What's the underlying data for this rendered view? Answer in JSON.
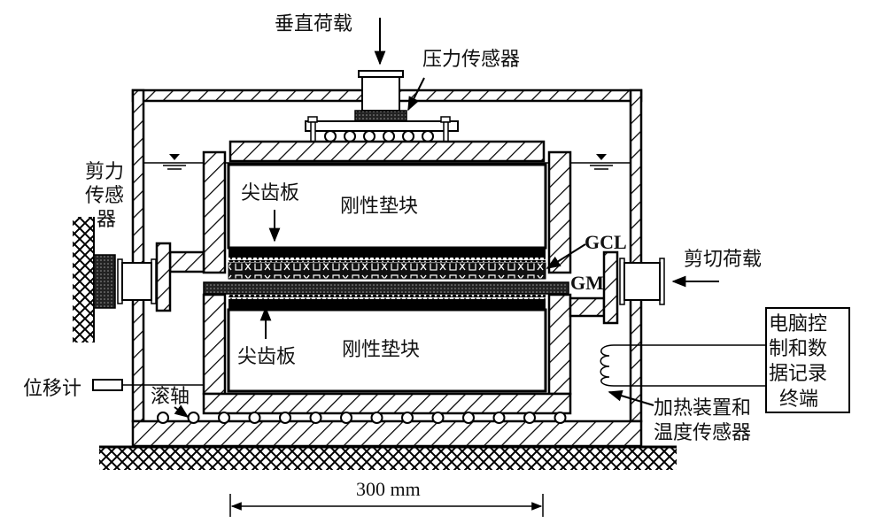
{
  "labels": {
    "vertical_load": "垂直荷载",
    "pressure_sensor": "压力传感器",
    "shear_sensor_lines": [
      "剪力",
      "传感",
      "器"
    ],
    "tooth_plate_top": "尖齿板",
    "rigid_block_top": "刚性垫块",
    "gcl": "GCL",
    "gm": "GM",
    "shear_load": "剪切荷载",
    "tooth_plate_bottom": "尖齿板",
    "rigid_block_bottom": "刚性垫块",
    "displacement_gauge": "位移计",
    "roller": "滚轴",
    "computer_terminal_lines": [
      "电脑控",
      "制和数",
      "据记录",
      "终端"
    ],
    "heater_lines": [
      "加热装置和",
      "温度传感器"
    ],
    "dimension": "300 mm"
  },
  "colors": {
    "line": "#000000",
    "background": "#ffffff"
  }
}
